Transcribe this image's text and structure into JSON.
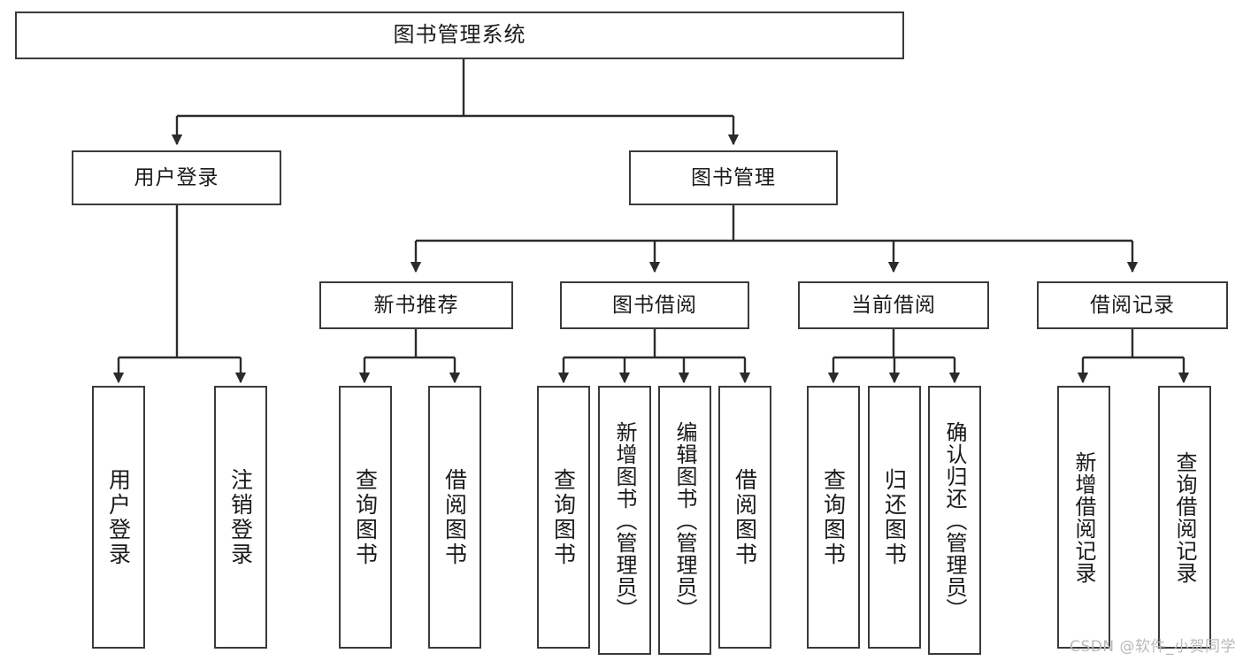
{
  "diagram": {
    "title": "图书管理系统",
    "type": "tree",
    "watermark": "CSDN @软件_小贺同学",
    "colors": {
      "box_border": "#3a3a3a",
      "box_fill": "#ffffff",
      "edge": "#2b2b2b",
      "text": "#1a1a1a",
      "watermark": "#b9b9b9"
    },
    "nodes": {
      "root": {
        "label": "图书管理系统"
      },
      "level2": [
        {
          "id": "user-login",
          "label": "用户登录"
        },
        {
          "id": "book-manage",
          "label": "图书管理"
        }
      ],
      "level3": [
        {
          "id": "new-book-recommend",
          "label": "新书推荐"
        },
        {
          "id": "book-borrow",
          "label": "图书借阅"
        },
        {
          "id": "current-borrow",
          "label": "当前借阅"
        },
        {
          "id": "borrow-record",
          "label": "借阅记录"
        }
      ],
      "leaves": {
        "user_login": [
          {
            "id": "leaf-user-login",
            "label": "用户登录"
          },
          {
            "id": "leaf-logout",
            "label": "注销登录"
          }
        ],
        "new_book_recommend": [
          {
            "id": "leaf-query-book-1",
            "label": "查询图书"
          },
          {
            "id": "leaf-borrow-book-1",
            "label": "借阅图书"
          }
        ],
        "book_borrow": [
          {
            "id": "leaf-query-book-2",
            "label": "查询图书"
          },
          {
            "id": "leaf-add-book",
            "label": "新增图书（管理员）"
          },
          {
            "id": "leaf-edit-book",
            "label": "编辑图书（管理员）"
          },
          {
            "id": "leaf-borrow-book-2",
            "label": "借阅图书"
          }
        ],
        "current_borrow": [
          {
            "id": "leaf-query-book-3",
            "label": "查询图书"
          },
          {
            "id": "leaf-return-book",
            "label": "归还图书"
          },
          {
            "id": "leaf-confirm-return",
            "label": "确认归还（管理员）"
          }
        ],
        "borrow_record": [
          {
            "id": "leaf-add-record",
            "label": "新增借阅记录"
          },
          {
            "id": "leaf-query-record",
            "label": "查询借阅记录"
          }
        ]
      }
    }
  }
}
